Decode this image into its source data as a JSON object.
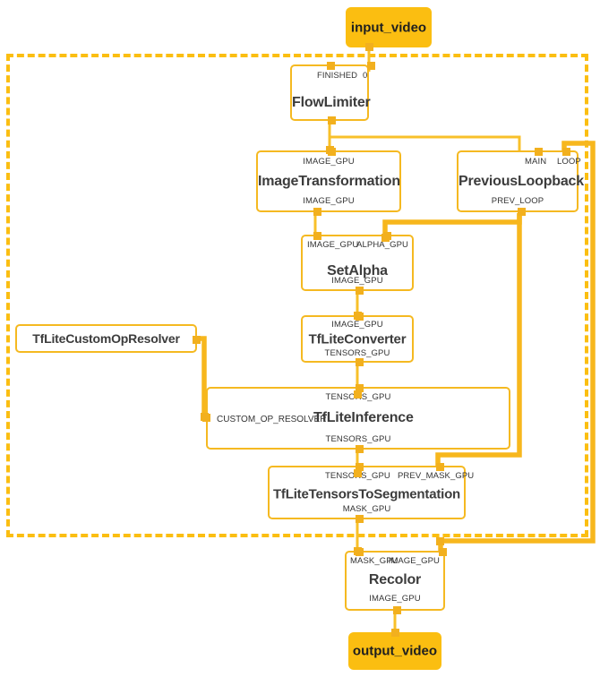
{
  "diagram": {
    "type": "mediapipe-calculator-graph",
    "colors": {
      "accent": "#FBBE11",
      "node_border": "#F5B921",
      "wire": "#F8C02A",
      "wire_thick": "#F7B71D",
      "plug": "#F2B01E",
      "text": "#3c3c3c",
      "background": "#ffffff"
    },
    "side_nodes": [
      {
        "id": "input_video",
        "label": "input_video"
      },
      {
        "id": "output_video",
        "label": "output_video"
      }
    ],
    "nodes": [
      {
        "id": "flow_limiter",
        "label": "FlowLimiter",
        "inputs": [
          "FINISHED",
          "0"
        ],
        "outputs": [
          ""
        ]
      },
      {
        "id": "image_transformation",
        "label": "ImageTransformation",
        "inputs": [
          "IMAGE_GPU"
        ],
        "outputs": [
          "IMAGE_GPU"
        ]
      },
      {
        "id": "previous_loopback",
        "label": "PreviousLoopback",
        "inputs": [
          "MAIN",
          "LOOP"
        ],
        "outputs": [
          "PREV_LOOP"
        ]
      },
      {
        "id": "set_alpha",
        "label": "SetAlpha",
        "inputs": [
          "IMAGE_GPU",
          "ALPHA_GPU"
        ],
        "outputs": [
          "IMAGE_GPU"
        ]
      },
      {
        "id": "tflite_converter",
        "label": "TfLiteConverter",
        "inputs": [
          "IMAGE_GPU"
        ],
        "outputs": [
          "TENSORS_GPU"
        ]
      },
      {
        "id": "tflite_custom_op_resolver",
        "label": "TfLiteCustomOpResolver",
        "inputs": [],
        "outputs": [
          ""
        ]
      },
      {
        "id": "tflite_inference",
        "label": "TfLiteInference",
        "inputs": [
          "TENSORS_GPU",
          "CUSTOM_OP_RESOLVER"
        ],
        "outputs": [
          "TENSORS_GPU"
        ]
      },
      {
        "id": "tflite_tensors_to_segmentation",
        "label": "TfLiteTensorsToSegmentation",
        "inputs": [
          "TENSORS_GPU",
          "PREV_MASK_GPU"
        ],
        "outputs": [
          "MASK_GPU"
        ]
      },
      {
        "id": "recolor",
        "label": "Recolor",
        "inputs": [
          "MASK_GPU",
          "IMAGE_GPU"
        ],
        "outputs": [
          "IMAGE_GPU"
        ]
      }
    ],
    "edges": [
      {
        "from": "input_video",
        "to": "flow_limiter",
        "tag": "0"
      },
      {
        "from": "flow_limiter",
        "to": "image_transformation",
        "tag": "IMAGE_GPU"
      },
      {
        "from": "flow_limiter",
        "to": "previous_loopback",
        "tag": "MAIN"
      },
      {
        "from": "image_transformation",
        "to": "set_alpha",
        "tag": "IMAGE_GPU"
      },
      {
        "from": "previous_loopback",
        "to": "set_alpha",
        "tag": "ALPHA_GPU"
      },
      {
        "from": "set_alpha",
        "to": "tflite_converter",
        "tag": "IMAGE_GPU"
      },
      {
        "from": "tflite_converter",
        "to": "tflite_inference",
        "tag": "TENSORS_GPU"
      },
      {
        "from": "tflite_custom_op_resolver",
        "to": "tflite_inference",
        "tag": "CUSTOM_OP_RESOLVER"
      },
      {
        "from": "tflite_inference",
        "to": "tflite_tensors_to_segmentation",
        "tag": "TENSORS_GPU"
      },
      {
        "from": "previous_loopback",
        "to": "tflite_tensors_to_segmentation",
        "tag": "PREV_MASK_GPU"
      },
      {
        "from": "tflite_tensors_to_segmentation",
        "to": "recolor",
        "tag": "MASK_GPU"
      },
      {
        "from": "tflite_tensors_to_segmentation",
        "to": "previous_loopback",
        "tag": "LOOP"
      },
      {
        "from": "tflite_tensors_to_segmentation",
        "to": "recolor",
        "tag": "IMAGE_GPU"
      },
      {
        "from": "recolor",
        "to": "output_video",
        "tag": "IMAGE_GPU"
      }
    ]
  }
}
